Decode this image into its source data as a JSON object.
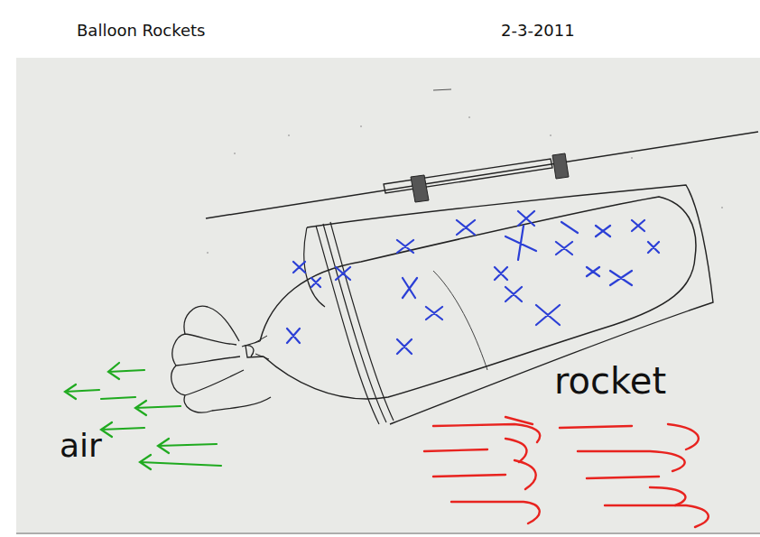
{
  "diagram": {
    "title": "Balloon Rockets",
    "labels": [
      "2-3-2011",
      "rocket",
      "air"
    ]
  }
}
